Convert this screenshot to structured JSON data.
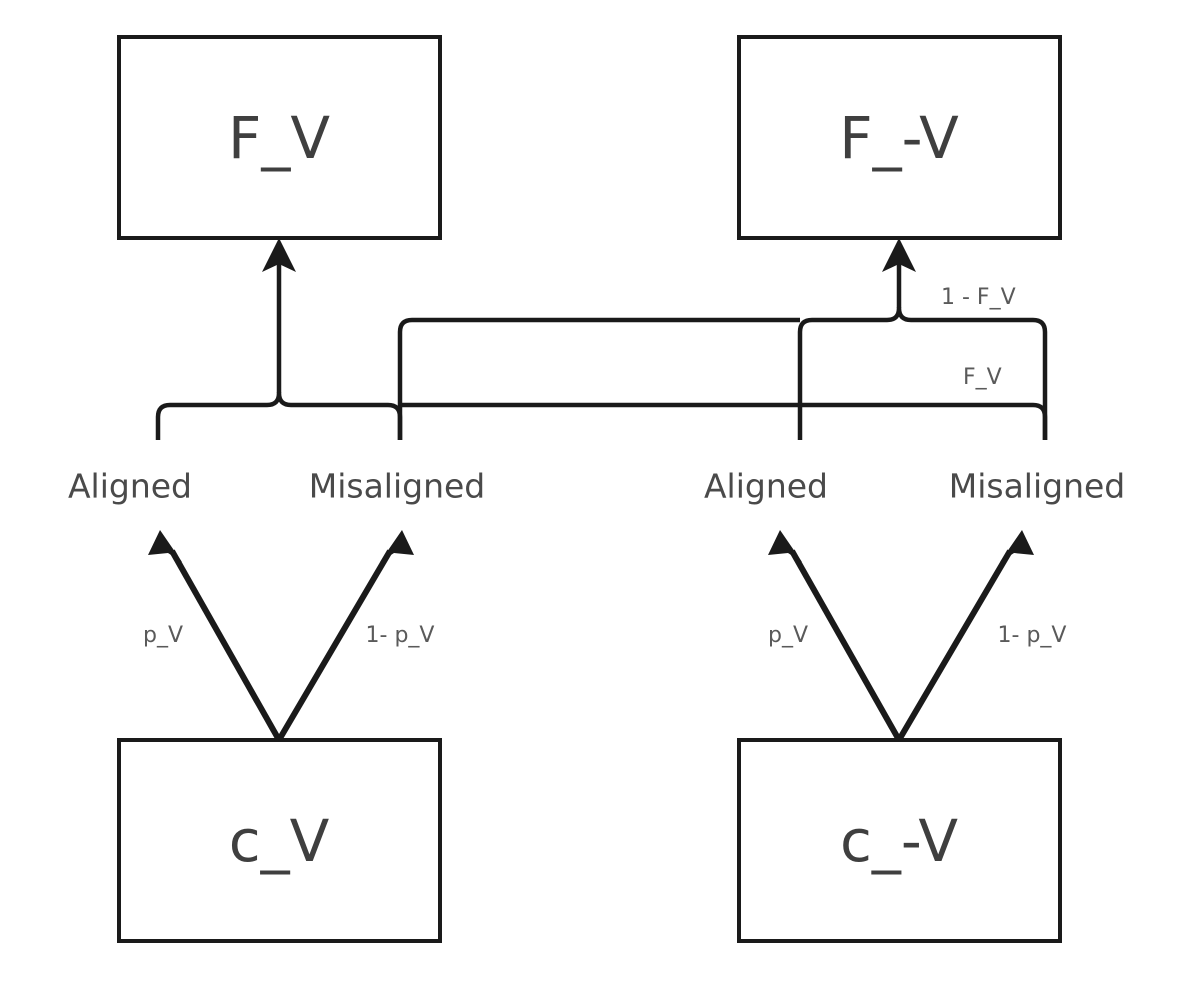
{
  "diagram": {
    "title": "",
    "colors": {
      "stroke": "#1a1a1a",
      "box_fill": "#ffffff",
      "node_text": "#3f3f3f",
      "outcome_text": "#4a4a4a",
      "edge_text": "#5a5a5a",
      "background": "#ffffff"
    },
    "nodes": {
      "top_left": {
        "label": "F_V"
      },
      "top_right": {
        "label": "F_-V"
      },
      "bottom_left": {
        "label": "c_V"
      },
      "bottom_right": {
        "label": "c_-V"
      }
    },
    "outcomes": {
      "left_aligned": "Aligned",
      "left_misaligned": "Misaligned",
      "right_aligned": "Aligned",
      "right_misaligned": "Misaligned"
    },
    "edge_labels": {
      "left_p": "p_V",
      "left_one_minus_p": "1- p_V",
      "right_p": "p_V",
      "right_one_minus_p": "1- p_V",
      "one_minus_fv": "1 - F_V",
      "fv": "F_V"
    }
  }
}
